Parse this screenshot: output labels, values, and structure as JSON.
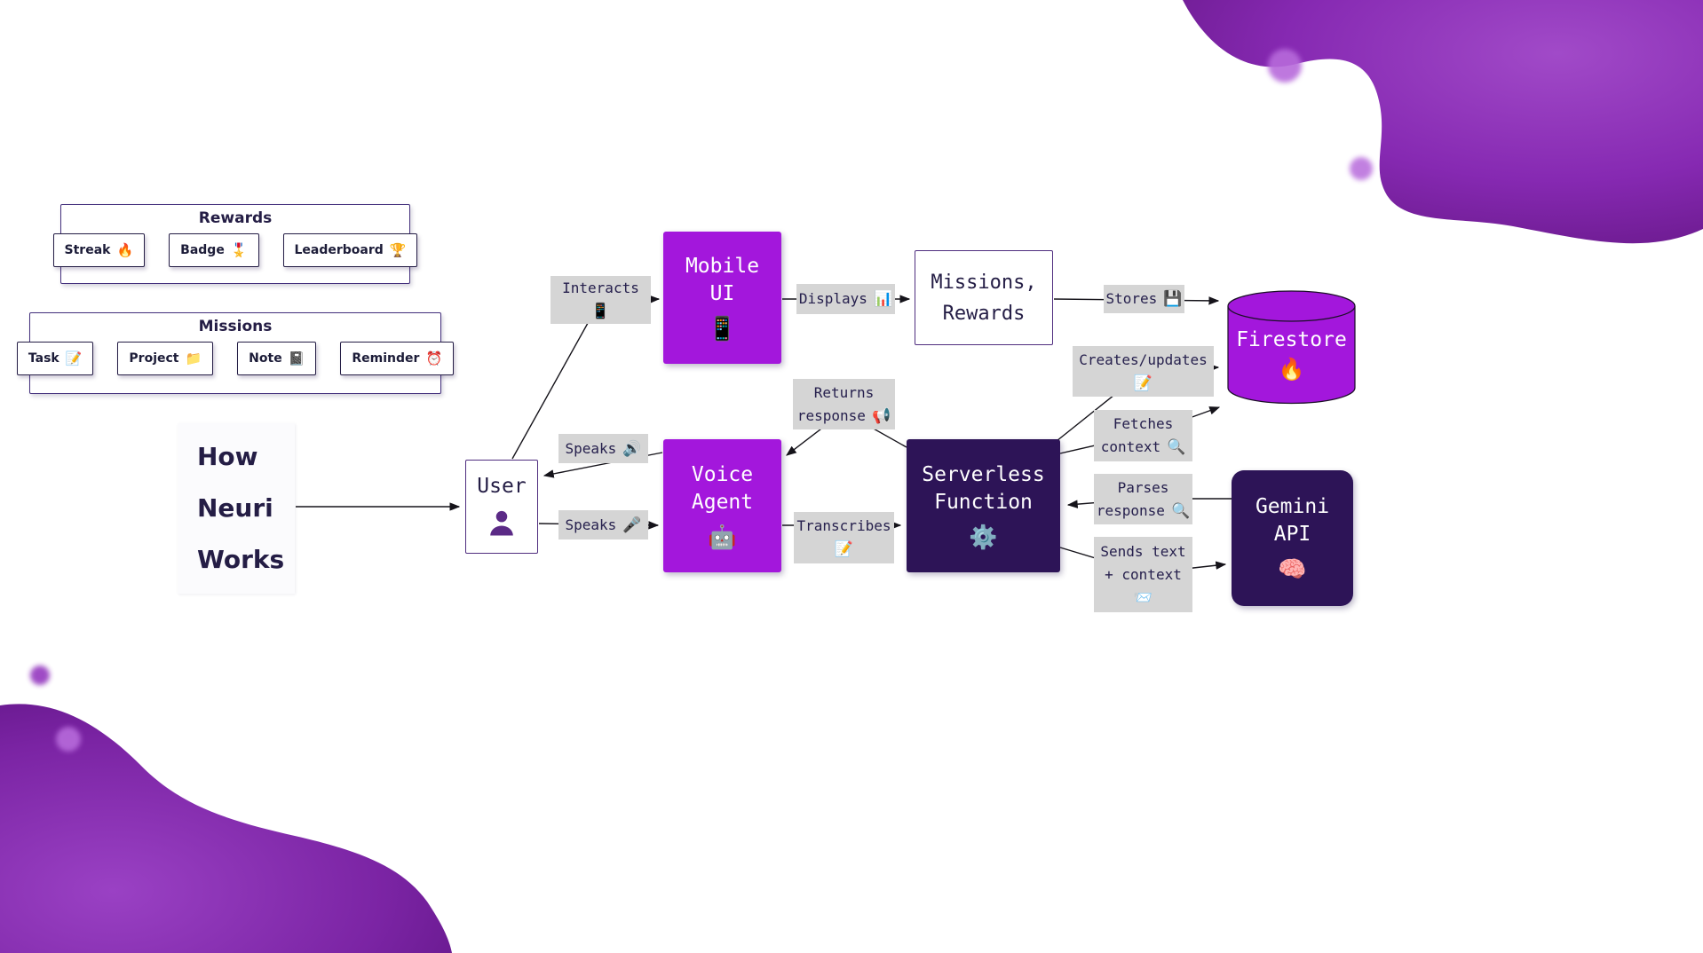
{
  "heading": {
    "line1": "How",
    "line2": "Neuri",
    "line3": "Works"
  },
  "panels": {
    "rewards": {
      "title": "Rewards",
      "items": [
        {
          "label": "Streak",
          "icon": "🔥"
        },
        {
          "label": "Badge",
          "icon": "🎖️"
        },
        {
          "label": "Leaderboard",
          "icon": "🏆"
        }
      ]
    },
    "missions": {
      "title": "Missions",
      "items": [
        {
          "label": "Task",
          "icon": "📝"
        },
        {
          "label": "Project",
          "icon": "📁"
        },
        {
          "label": "Note",
          "icon": "📓"
        },
        {
          "label": "Reminder",
          "icon": "⏰"
        }
      ]
    }
  },
  "nodes": {
    "user": {
      "label": "User"
    },
    "mobile_ui": {
      "line1": "Mobile",
      "line2": "UI",
      "icon": "📱"
    },
    "missions_rewards": {
      "line1": "Missions,",
      "line2": "Rewards"
    },
    "firestore": {
      "label": "Firestore",
      "icon": "🔥"
    },
    "voice_agent": {
      "line1": "Voice",
      "line2": "Agent",
      "icon": "🤖"
    },
    "serverless_function": {
      "line1": "Serverless",
      "line2": "Function",
      "icon": "⚙️"
    },
    "gemini_api": {
      "line1": "Gemini",
      "line2": "API",
      "icon": "🧠"
    }
  },
  "edges": {
    "interacts": {
      "label": "Interacts",
      "icon": "📱"
    },
    "displays": {
      "label": "Displays",
      "icon": "📊"
    },
    "stores": {
      "label": "Stores",
      "icon": "💾"
    },
    "speaks_to_user": {
      "label": "Speaks",
      "icon": "🔊"
    },
    "speaks_to_agent": {
      "label": "Speaks",
      "icon": "🎤"
    },
    "returns_response": {
      "line1": "Returns",
      "line2": "response",
      "icon": "📢"
    },
    "transcribes": {
      "label": "Transcribes",
      "icon": "📝"
    },
    "creates_updates": {
      "label": "Creates/updates",
      "icon": "📝"
    },
    "fetches_context": {
      "line1": "Fetches",
      "line2": "context",
      "icon": "🔍"
    },
    "parses_response": {
      "line1": "Parses",
      "line2": "response",
      "icon": "🔍"
    },
    "sends_text_context": {
      "line1": "Sends text",
      "line2": "+ context",
      "icon": "📨"
    }
  },
  "colors": {
    "accent_purple": "#A317DC",
    "dark_purple": "#2D1457",
    "label_gray": "#D5D5D5",
    "line_color": "#15131a"
  }
}
